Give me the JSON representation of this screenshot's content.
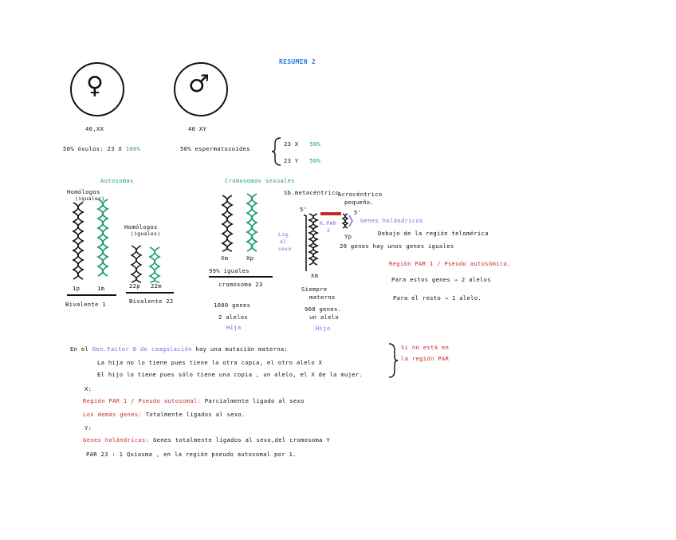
{
  "title": "RESUMEN 2",
  "female": {
    "symbol": "♀",
    "karyotype": "46,XX",
    "gametes_label": "50% óvulos: 23 X",
    "gametes_pct": "100%"
  },
  "male": {
    "symbol": "♂",
    "karyotype": "46 XY",
    "gametes_label": "50% espermatozoides",
    "sperm_x": "23 X",
    "sperm_x_pct": "50%",
    "sperm_y": "23 Y",
    "sperm_y_pct": "50%"
  },
  "autosomes": {
    "heading": "Autosomas",
    "homologos_1": "Homólogos",
    "homologos_1_note": "(iguales)",
    "homologos_2": "Homólogos",
    "homologos_2_note": "(iguales)",
    "label_1p": "1p",
    "label_1m": "1m",
    "label_22p": "22p",
    "label_22m": "22m",
    "bivalente_1": "Bivalente 1",
    "bivalente_22": "Bivalente 22"
  },
  "sex_chromosomes": {
    "heading": "Cromosomas sexuales",
    "xm": "Xm",
    "xp": "Xp",
    "equal": "99% iguales",
    "chromosome": "cromosoma 23",
    "genes": "1000 genes",
    "alleles": "2 alelos",
    "daughter": "Hija",
    "lig_al_sexo_1": "Lig.",
    "lig_al_sexo_2": "al",
    "lig_al_sexo_3": "sexo",
    "submetacentric": "Sb.metacéntrico",
    "acrocentric_1": "Acrocéntrico",
    "acrocentric_2": "pequeño.",
    "five_prime_a": "5'",
    "five_prime_b": "5'",
    "par2_1": "R.PAR",
    "par2_2": "2",
    "yp": "Yp",
    "xm2": "Xm",
    "always_1": "Siempre",
    "always_2": "materno",
    "genes2_1": "900 genes.",
    "genes2_2": "un alelo",
    "son": "Hijo"
  },
  "notes": {
    "holandric": "Genes holándricos",
    "below_telomeric": "Debajo de la región telomérica",
    "twenty_genes": "20 genes  hay unos genes iguales",
    "par_region": "Región PAR 1 / Pseudo autosómica.",
    "these_genes": "Para estos genes → 2 alelos",
    "the_rest": "Para el resto → 1 alelo."
  },
  "example": {
    "line1_prefix": "En el",
    "line1_factor": "Gen.Factor 8 de coagulación",
    "line1_suffix": "hay una mutación materna:",
    "line2": "La hija no lo tiene pues tiene la otra copia, el otro alelo X",
    "line3": "El hijo lo tiene pues sólo tiene una copia , un alelo, el X de la mujer.",
    "brace_note_1": "Si no está en",
    "brace_note_2": "la región PAR"
  },
  "summary": {
    "x_label": "X:",
    "par_term": "Región PAR 1 / Pseudo autosomal:",
    "par_def": "Parcialmente ligado al sexo",
    "other_term": "Los demás genes:",
    "other_def": "Totalmente ligados al sexo.",
    "y_label": "Y:",
    "hol_term": "Genes holándricos:",
    "hol_def": "Genes totalmente ligados al sexo,del cromosoma Y",
    "par23": "PAR 23 : 1 Quiasma , en la región pseudo autosomal  por 1."
  },
  "colors": {
    "blue": "#2a7be4",
    "green": "#1d9b7a",
    "purple": "#8a5ae0",
    "red": "#c8262e"
  }
}
